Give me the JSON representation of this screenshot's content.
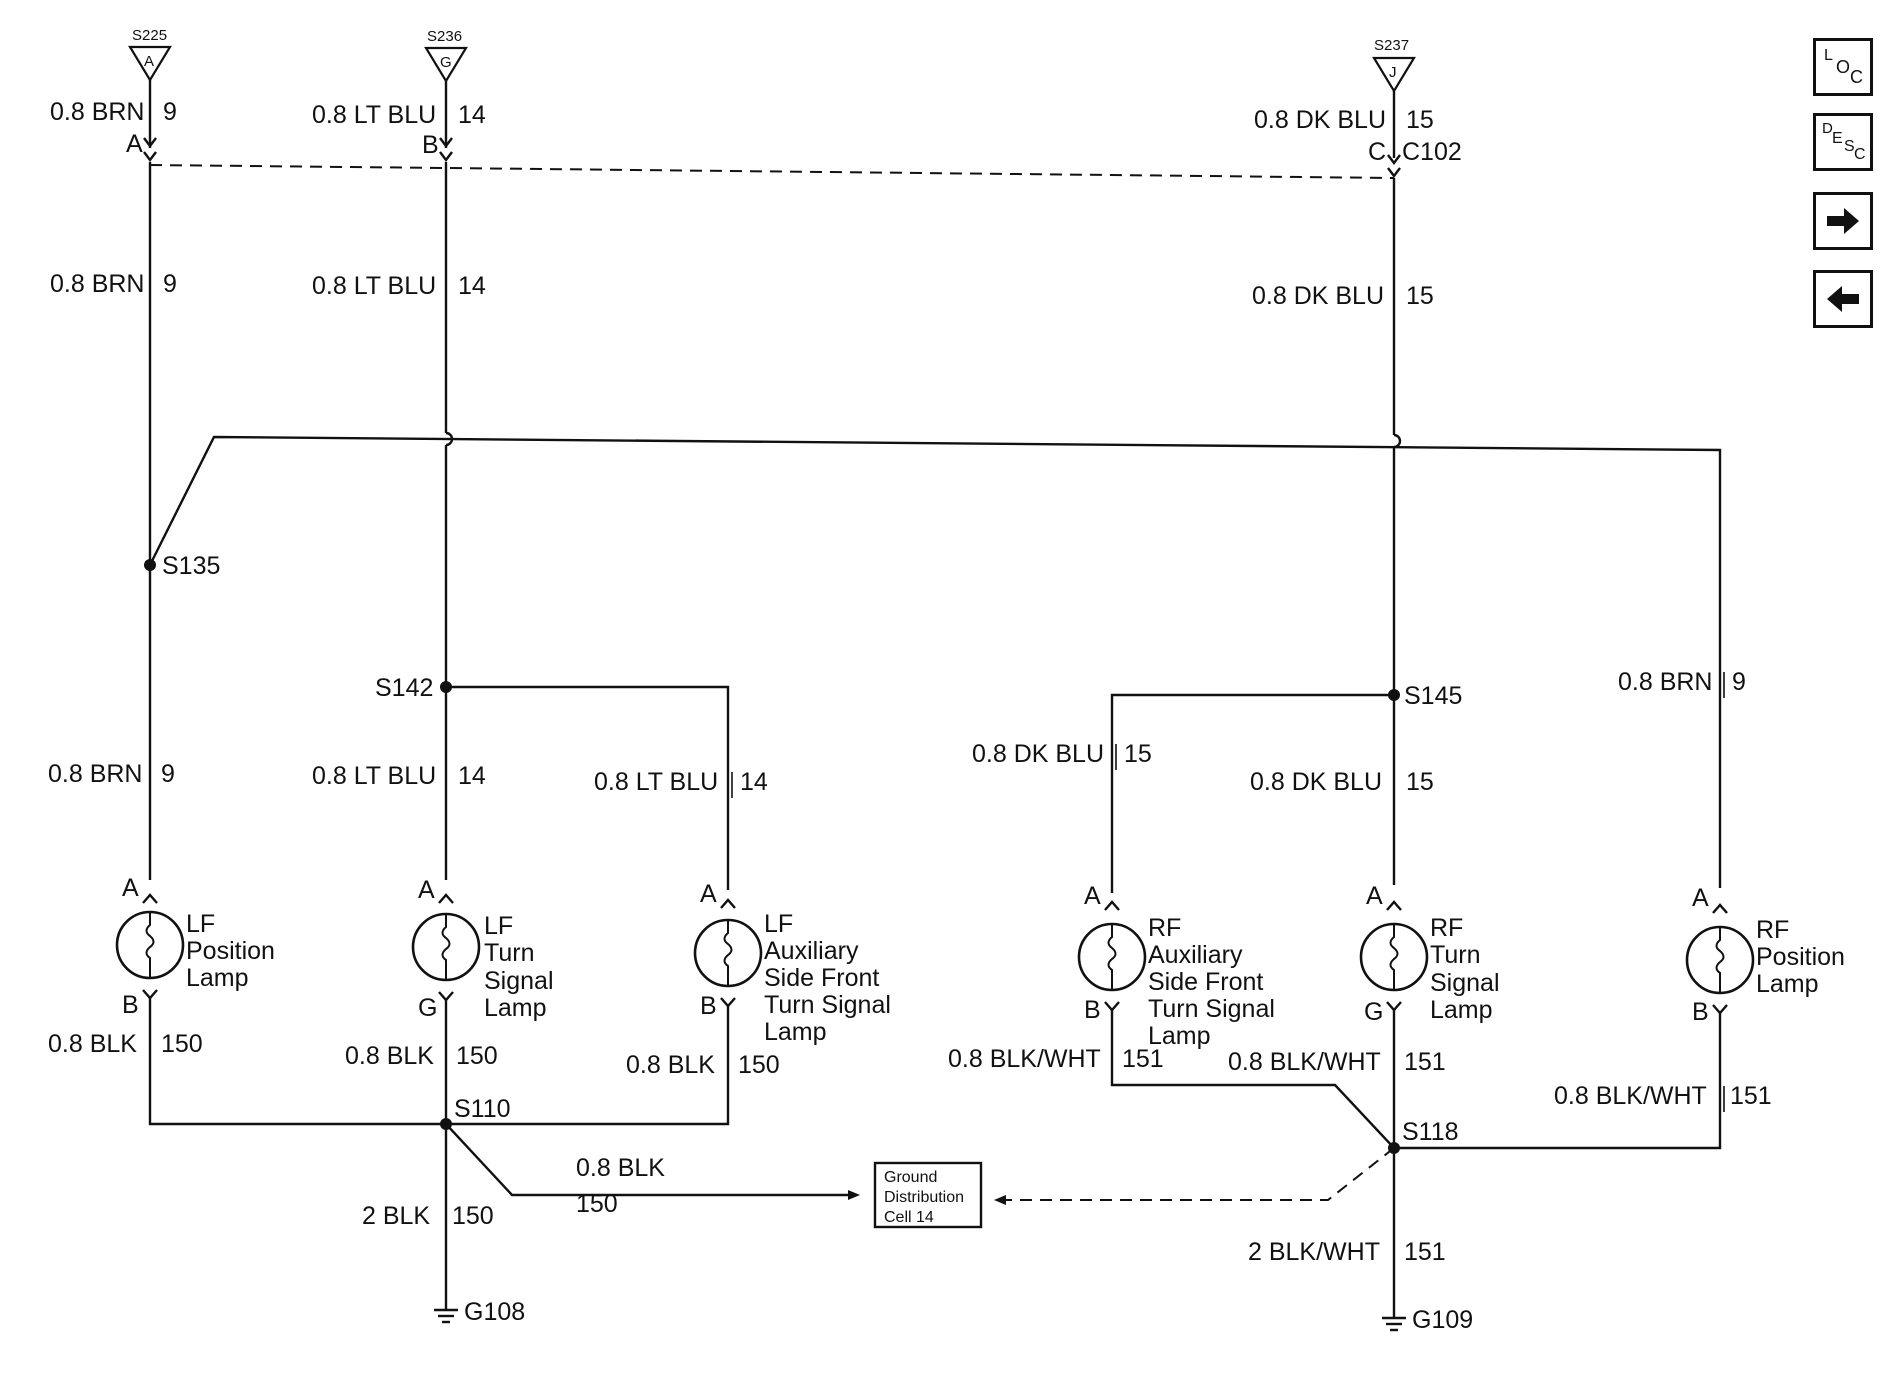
{
  "nav": {
    "loc": {
      "big": "L",
      "small1": "O",
      "small2": "C"
    },
    "desc": {
      "big": "D",
      "small1": "E",
      "small2": "S",
      "small3": "C"
    },
    "next_icon": "right-arrow-icon",
    "prev_icon": "left-arrow-icon"
  },
  "top_connectors": [
    {
      "splice": "S225",
      "letter": "A",
      "wire": "0.8 BRN",
      "circuit": "9",
      "pin": "A"
    },
    {
      "splice": "S236",
      "letter": "G",
      "wire": "0.8 LT BLU",
      "circuit": "14",
      "pin": "B"
    },
    {
      "splice": "S237",
      "letter": "J",
      "wire": "0.8 DK BLU",
      "circuit": "15",
      "pin": "C",
      "connector": "C102"
    }
  ],
  "mid_wires": [
    {
      "wire": "0.8 BRN",
      "circuit": "9"
    },
    {
      "wire": "0.8 LT BLU",
      "circuit": "14"
    },
    {
      "wire": "0.8 DK BLU",
      "circuit": "15"
    }
  ],
  "splices": {
    "s135": "S135",
    "s142": "S142",
    "s145": "S145",
    "s110": "S110",
    "s118": "S118"
  },
  "feed_wires": {
    "lf_pos": {
      "wire": "0.8 BRN",
      "circuit": "9"
    },
    "lf_turn": {
      "wire": "0.8 LT BLU",
      "circuit": "14"
    },
    "lf_aux": {
      "wire": "0.8 LT BLU",
      "circuit": "14"
    },
    "rf_aux": {
      "wire": "0.8 DK BLU",
      "circuit": "15"
    },
    "rf_turn": {
      "wire": "0.8 DK BLU",
      "circuit": "15"
    },
    "rf_pos": {
      "wire": "0.8 BRN",
      "circuit": "9"
    }
  },
  "lamps": {
    "lf_pos": {
      "top_pin": "A",
      "bottom_pin": "B",
      "lines": [
        "LF",
        "Position",
        "Lamp"
      ]
    },
    "lf_turn": {
      "top_pin": "A",
      "bottom_pin": "G",
      "lines": [
        "LF",
        "Turn",
        "Signal",
        "Lamp"
      ]
    },
    "lf_aux": {
      "top_pin": "A",
      "bottom_pin": "B",
      "lines": [
        "LF",
        "Auxiliary",
        "Side Front",
        "Turn Signal",
        "Lamp"
      ]
    },
    "rf_aux": {
      "top_pin": "A",
      "bottom_pin": "B",
      "lines": [
        "RF",
        "Auxiliary",
        "Side Front",
        "Turn Signal",
        "Lamp"
      ]
    },
    "rf_turn": {
      "top_pin": "A",
      "bottom_pin": "G",
      "lines": [
        "RF",
        "Turn",
        "Signal",
        "Lamp"
      ]
    },
    "rf_pos": {
      "top_pin": "A",
      "bottom_pin": "B",
      "lines": [
        "RF",
        "Position",
        "Lamp"
      ]
    }
  },
  "ground_wires": {
    "lf_pos": {
      "wire": "0.8 BLK",
      "circuit": "150"
    },
    "lf_turn": {
      "wire": "0.8 BLK",
      "circuit": "150"
    },
    "lf_aux": {
      "wire": "0.8 BLK",
      "circuit": "150"
    },
    "rf_aux": {
      "wire": "0.8 BLK/WHT",
      "circuit": "151"
    },
    "rf_turn": {
      "wire": "0.8 BLK/WHT",
      "circuit": "151"
    },
    "rf_pos": {
      "wire": "0.8 BLK/WHT",
      "circuit": "151"
    },
    "ground_cell": {
      "wire": "0.8 BLK",
      "circuit": "150"
    },
    "g108_feed": {
      "wire": "2 BLK",
      "circuit": "150"
    },
    "g109_feed": {
      "wire": "2 BLK/WHT",
      "circuit": "151"
    }
  },
  "ground_box": {
    "lines": [
      "Ground",
      "Distribution",
      "Cell 14"
    ]
  },
  "grounds": {
    "left": "G108",
    "right": "G109"
  }
}
